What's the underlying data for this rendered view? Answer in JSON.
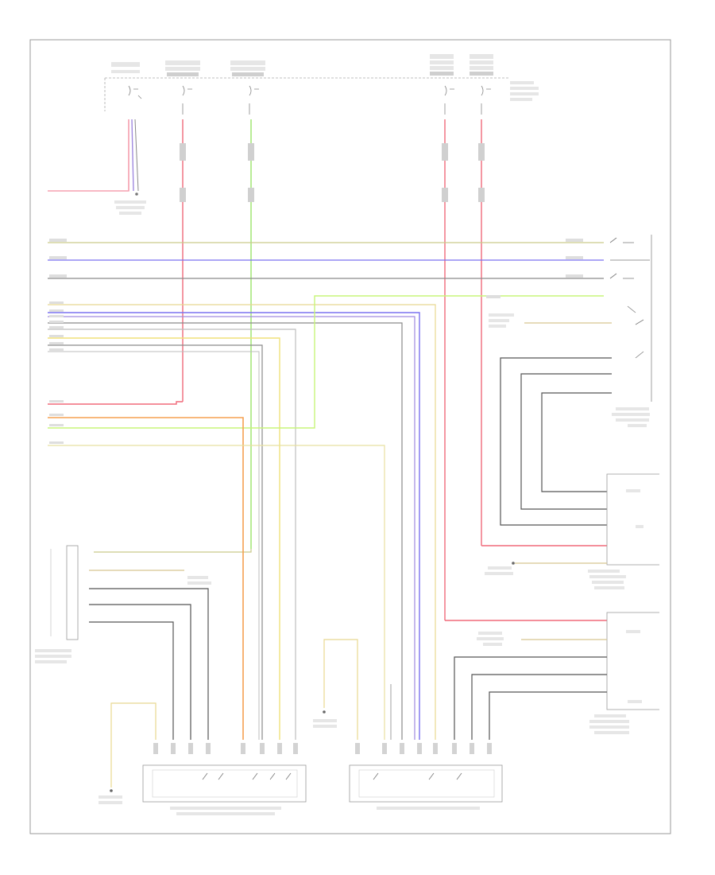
{
  "diagram": {
    "footer_code": "",
    "frame_color": "#999999",
    "wire_colors": {
      "red": "#f06a7a",
      "pink": "#f5a0b0",
      "green": "#9ae36a",
      "lime": "#c8f57a",
      "olive": "#c9c98a",
      "blue": "#7a72f0",
      "violet": "#a08ae0",
      "gray": "#8a8a8a",
      "light_gray": "#bdbdbd",
      "dark": "#555555",
      "yellow": "#f0e07a",
      "orange": "#f5a050",
      "tan": "#d8c590",
      "khaki": "#e8d890"
    },
    "components": [
      {
        "id": "fuse-panel",
        "label": ""
      },
      {
        "id": "ground-point-top",
        "label": ""
      },
      {
        "id": "rear-transmission-switch",
        "label": ""
      },
      {
        "id": "transmission-range-sensor-upper",
        "label": ""
      },
      {
        "id": "transmission-range-sensor-lower",
        "label": ""
      },
      {
        "id": "transmission-control-module",
        "label": ""
      },
      {
        "id": "rear-transmission-module",
        "label": ""
      },
      {
        "id": "left-sensor-switch",
        "label": ""
      }
    ]
  }
}
